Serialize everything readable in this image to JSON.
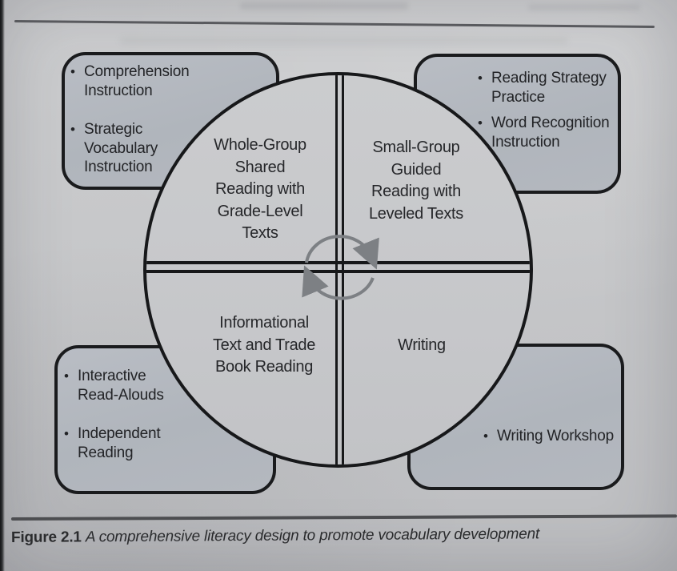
{
  "figure": {
    "caption": {
      "label": "Figure 2.1",
      "text": "A comprehensive literacy design to promote vocabulary development"
    },
    "circle": {
      "quadrants": [
        {
          "id": "top-left",
          "text": "Whole-Group\nShared\nReading with\nGrade-Level\nTexts"
        },
        {
          "id": "top-right",
          "text": "Small-Group\nGuided\nReading with\nLeveled Texts"
        },
        {
          "id": "bottom-left",
          "text": "Informational\nText and Trade\nBook Reading"
        },
        {
          "id": "bottom-right",
          "text": "Writing"
        }
      ]
    },
    "corner_boxes": [
      {
        "id": "top-left",
        "items": [
          "Comprehension\nInstruction",
          "Strategic\nVocabulary\nInstruction"
        ]
      },
      {
        "id": "top-right",
        "items": [
          "Reading Strategy\nPractice",
          "Word Recognition\nInstruction"
        ]
      },
      {
        "id": "bottom-left",
        "items": [
          "Interactive\nRead-Alouds",
          "Independent\nReading"
        ]
      },
      {
        "id": "bottom-right",
        "items": [
          "Writing Workshop"
        ]
      }
    ],
    "icons": {
      "center": "cycle-arrows-icon"
    },
    "colors": {
      "paper": "#c6c7c9",
      "box_fill": "#b3b8bf",
      "circle_fill": "#c8c9cc",
      "line": "#17181a",
      "arrow": "#7d8084",
      "text": "#26272a",
      "top_rule": "#595a5e",
      "bottom_rule": "#4c4d50"
    }
  }
}
